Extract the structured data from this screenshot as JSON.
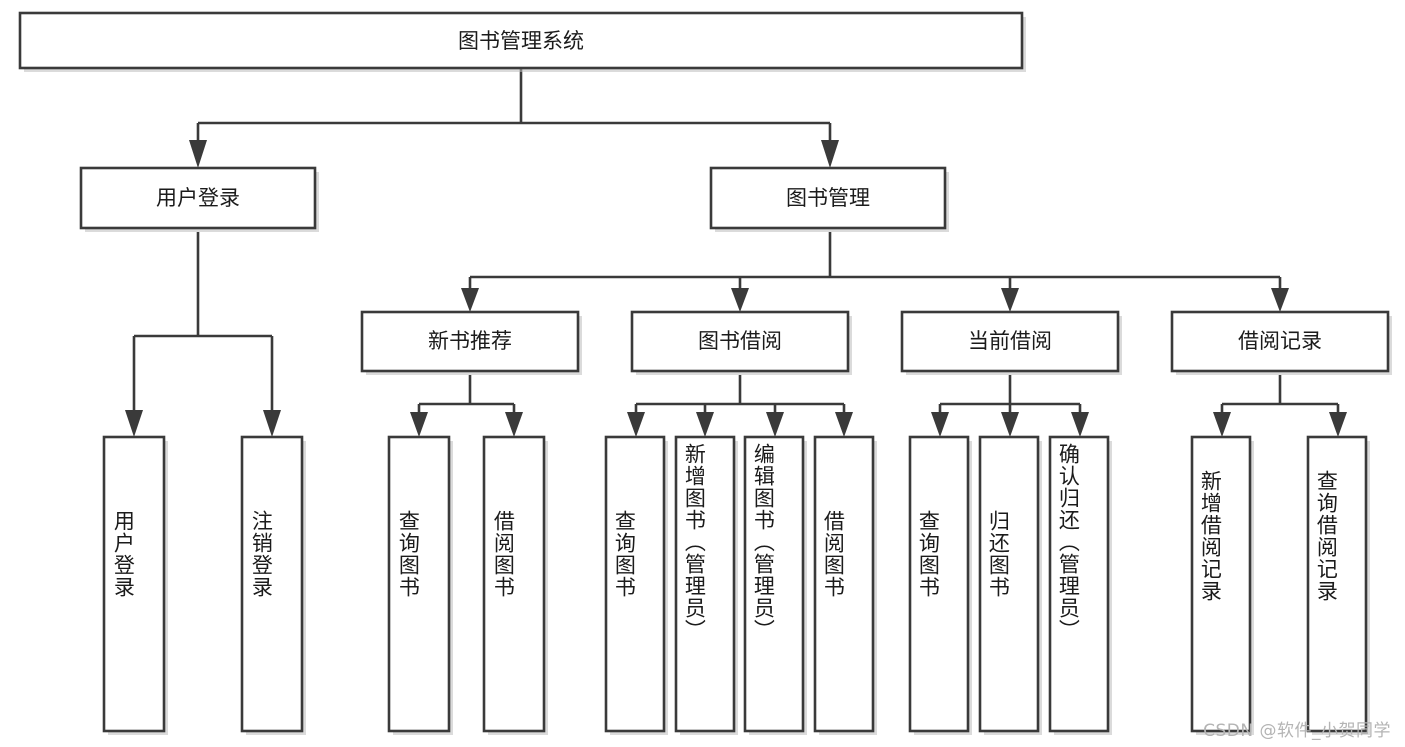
{
  "diagram": {
    "type": "tree-hierarchy",
    "title": "图书管理系统",
    "watermark": "CSDN @软件_小贺同学",
    "colors": {
      "stroke": "#3a3a3a",
      "box_fill": "#ffffff",
      "text": "#1b1b1b",
      "shadow": "#bdbdbd",
      "watermark": "#b4b4b4",
      "background": "#ffffff"
    },
    "root": {
      "label": "图书管理系统"
    },
    "level2": [
      {
        "label": "用户登录"
      },
      {
        "label": "图书管理"
      }
    ],
    "level3": [
      {
        "label": "新书推荐"
      },
      {
        "label": "图书借阅"
      },
      {
        "label": "当前借阅"
      },
      {
        "label": "借阅记录"
      }
    ],
    "leaves": {
      "user_login": [
        {
          "label": "用户登录"
        },
        {
          "label": "注销登录"
        }
      ],
      "new_book_recommend": [
        {
          "label": "查询图书"
        },
        {
          "label": "借阅图书"
        }
      ],
      "book_borrow": [
        {
          "label": "查询图书"
        },
        {
          "label": "新增图书（管理员）"
        },
        {
          "label": "编辑图书（管理员）"
        },
        {
          "label": "借阅图书"
        }
      ],
      "current_borrow": [
        {
          "label": "查询图书"
        },
        {
          "label": "归还图书"
        },
        {
          "label": "确认归还（管理员）"
        }
      ],
      "borrow_record": [
        {
          "label": "新增借阅记录"
        },
        {
          "label": "查询借阅记录"
        }
      ]
    }
  }
}
